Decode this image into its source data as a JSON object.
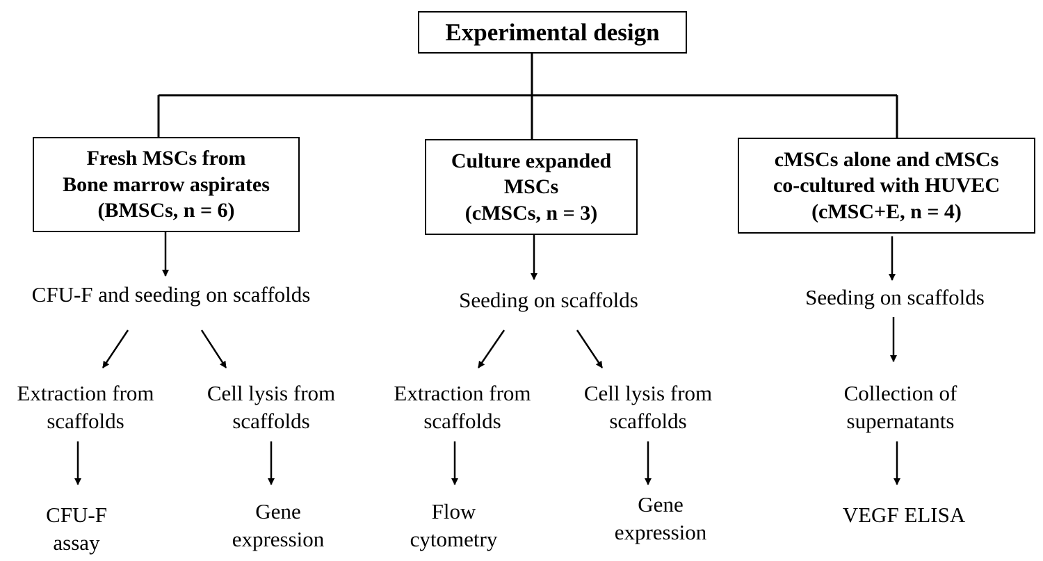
{
  "title": "Experimental design",
  "branches": [
    {
      "box_lines": [
        "Fresh MSCs from",
        "Bone marrow aspirates",
        "(BMSCs, n = 6)"
      ],
      "step": "CFU-F and seeding on scaffolds",
      "sub": [
        {
          "lines": [
            "Extraction from",
            "scaffolds"
          ],
          "outcome": [
            "CFU-F",
            "assay"
          ]
        },
        {
          "lines": [
            "Cell lysis from",
            "scaffolds"
          ],
          "outcome": [
            "Gene",
            "expression"
          ]
        }
      ]
    },
    {
      "box_lines": [
        "Culture expanded",
        "MSCs",
        "(cMSCs, n = 3)"
      ],
      "step": "Seeding on scaffolds",
      "sub": [
        {
          "lines": [
            "Extraction from",
            "scaffolds"
          ],
          "outcome": [
            "Flow",
            "cytometry"
          ]
        },
        {
          "lines": [
            "Cell lysis from",
            "scaffolds"
          ],
          "outcome": [
            "Gene",
            "expression"
          ]
        }
      ]
    },
    {
      "box_lines": [
        "cMSCs alone and cMSCs",
        "co-cultured with HUVEC",
        "(cMSC+E, n = 4)"
      ],
      "step": "Seeding on scaffolds",
      "collection": [
        "Collection of",
        "supernatants"
      ],
      "outcome": "VEGF ELISA"
    }
  ]
}
